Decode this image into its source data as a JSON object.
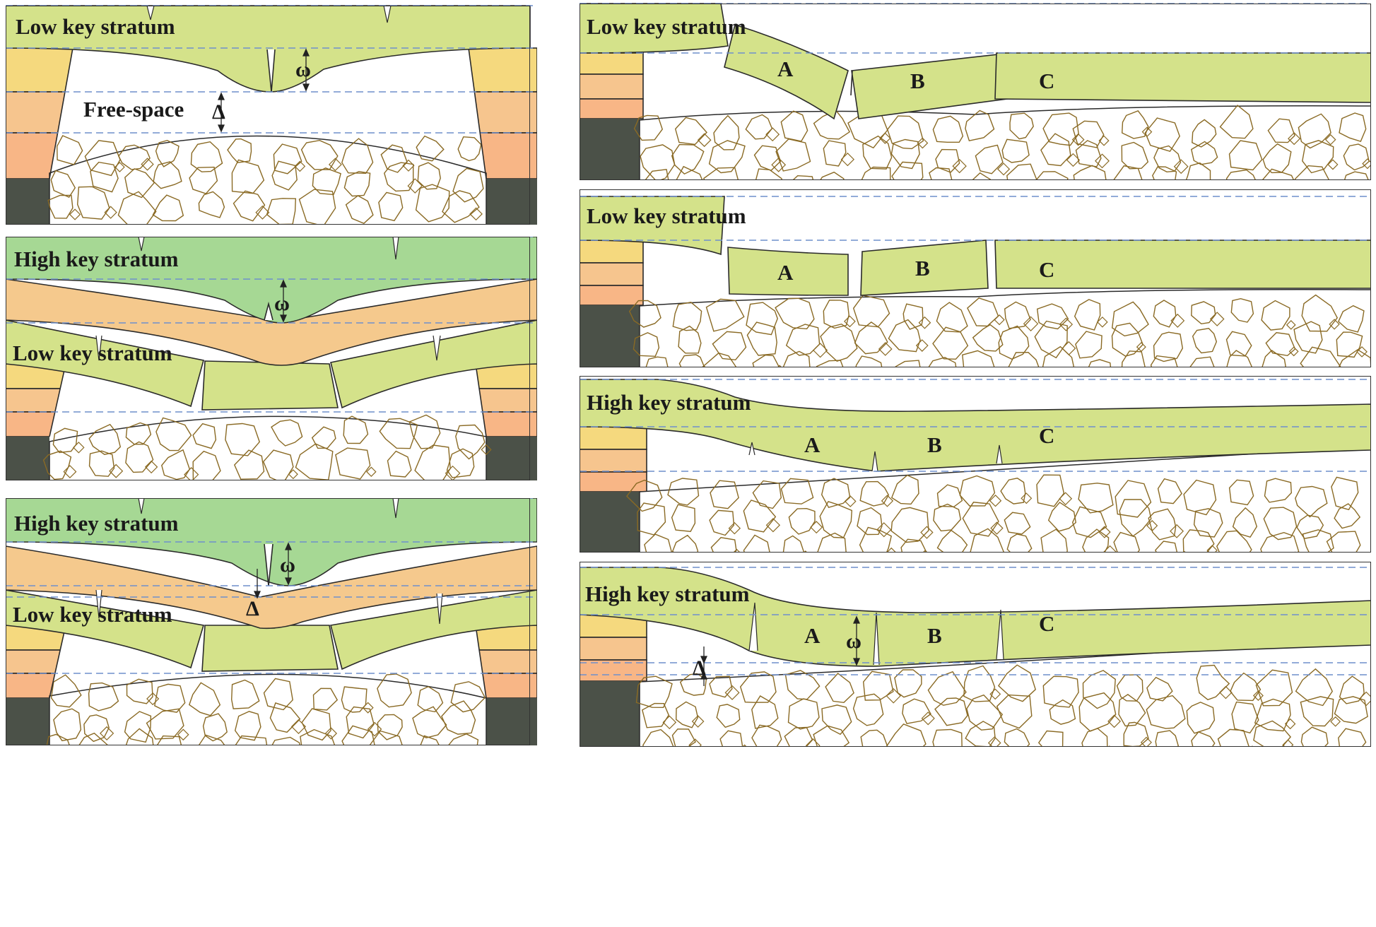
{
  "colors": {
    "light_green": "#d4e28a",
    "high_green": "#a6d894",
    "strata_yellow": "#f5d97e",
    "strata_peach": "#f6c58e",
    "strata_orange": "#f8b686",
    "orange_band": "#f5c98d",
    "coal_pillar": "#4b5148",
    "gob_rock_outline": "#8a6a24",
    "dashed_line": "#6f8fcc"
  },
  "icons": [
    "crack-icon",
    "arrow-icon",
    "rock-fragment-icon"
  ],
  "panels": [
    {
      "labels": {
        "stratum": "Low key stratum",
        "free_space": "Free-space",
        "omega": "ω",
        "delta": "Δ"
      }
    },
    {
      "labels": {
        "high": "High key stratum",
        "low": "Low key stratum",
        "omega": "ω"
      }
    },
    {
      "labels": {
        "high": "High key stratum",
        "low": "Low key stratum",
        "omega": "ω",
        "delta": "Δ"
      }
    },
    {
      "labels": {
        "stratum": "Low key stratum",
        "a": "A",
        "b": "B",
        "c": "C"
      }
    },
    {
      "labels": {
        "stratum": "Low key stratum",
        "a": "A",
        "b": "B",
        "c": "C"
      }
    },
    {
      "labels": {
        "stratum": "High key stratum",
        "a": "A",
        "b": "B",
        "c": "C"
      }
    },
    {
      "labels": {
        "stratum": "High key stratum",
        "a": "A",
        "b": "B",
        "c": "C",
        "omega": "ω",
        "delta": "Δ"
      }
    }
  ]
}
